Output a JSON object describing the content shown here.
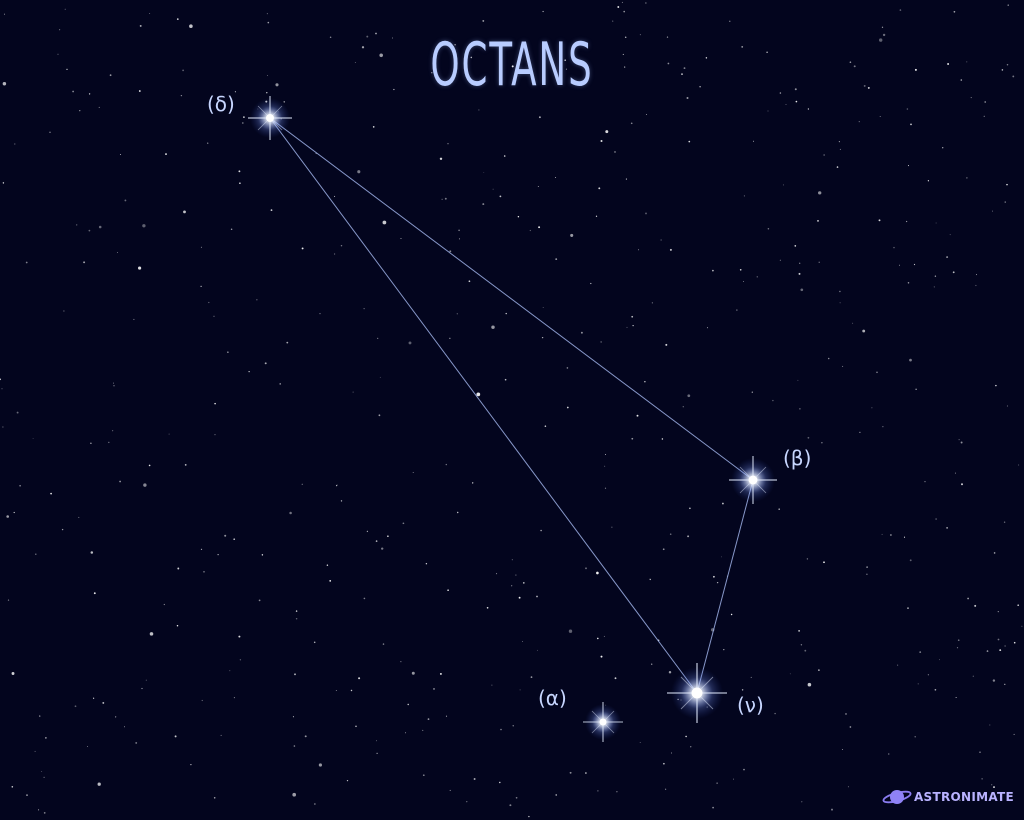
{
  "title": "OCTANS",
  "stars": [
    {
      "id": "delta",
      "label": "(δ)"
    },
    {
      "id": "beta",
      "label": "(β)"
    },
    {
      "id": "nu",
      "label": "(ν)"
    },
    {
      "id": "alpha",
      "label": "(α)"
    }
  ],
  "brand": {
    "name": "ASTRONIMATE"
  },
  "colors": {
    "background": "#03051e",
    "title": "#b8ccff",
    "label": "#c7d6ff",
    "line": "#9fb2e8",
    "brand": "#b9b2ff"
  }
}
